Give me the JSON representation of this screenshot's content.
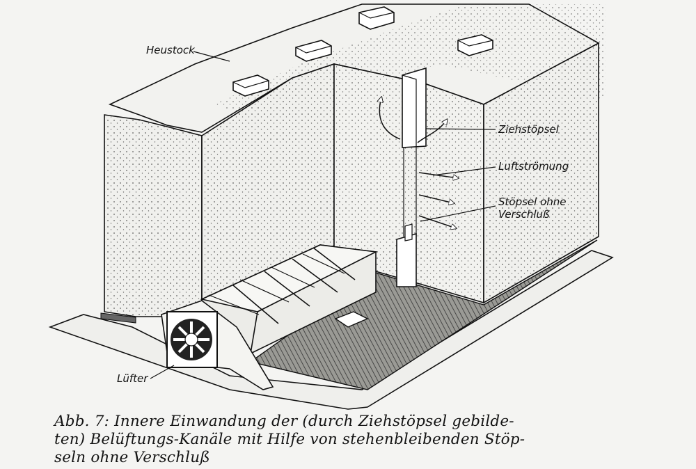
{
  "labels": {
    "heustock": "Heustock",
    "ziehstoepsel": "Ziehstöpsel",
    "luftstroemung": "Luftströmung",
    "stoepsel_ohne_1": "Stöpsel ohne",
    "stoepsel_ohne_2": "Verschluß",
    "luefter": "Lüfter"
  },
  "caption": {
    "line1": "Abb. 7: Innere Einwandung der (durch Ziehstöpsel gebilde-",
    "line2": "ten) Belüftungs-Kanäle mit Hilfe von stehenbleibenden Stöp-",
    "line3": "seln ohne Verschluß"
  },
  "colors": {
    "paper": "#f4f4f2",
    "ink": "#141414",
    "hay": "#ececea",
    "floor": "#8a8a86"
  }
}
